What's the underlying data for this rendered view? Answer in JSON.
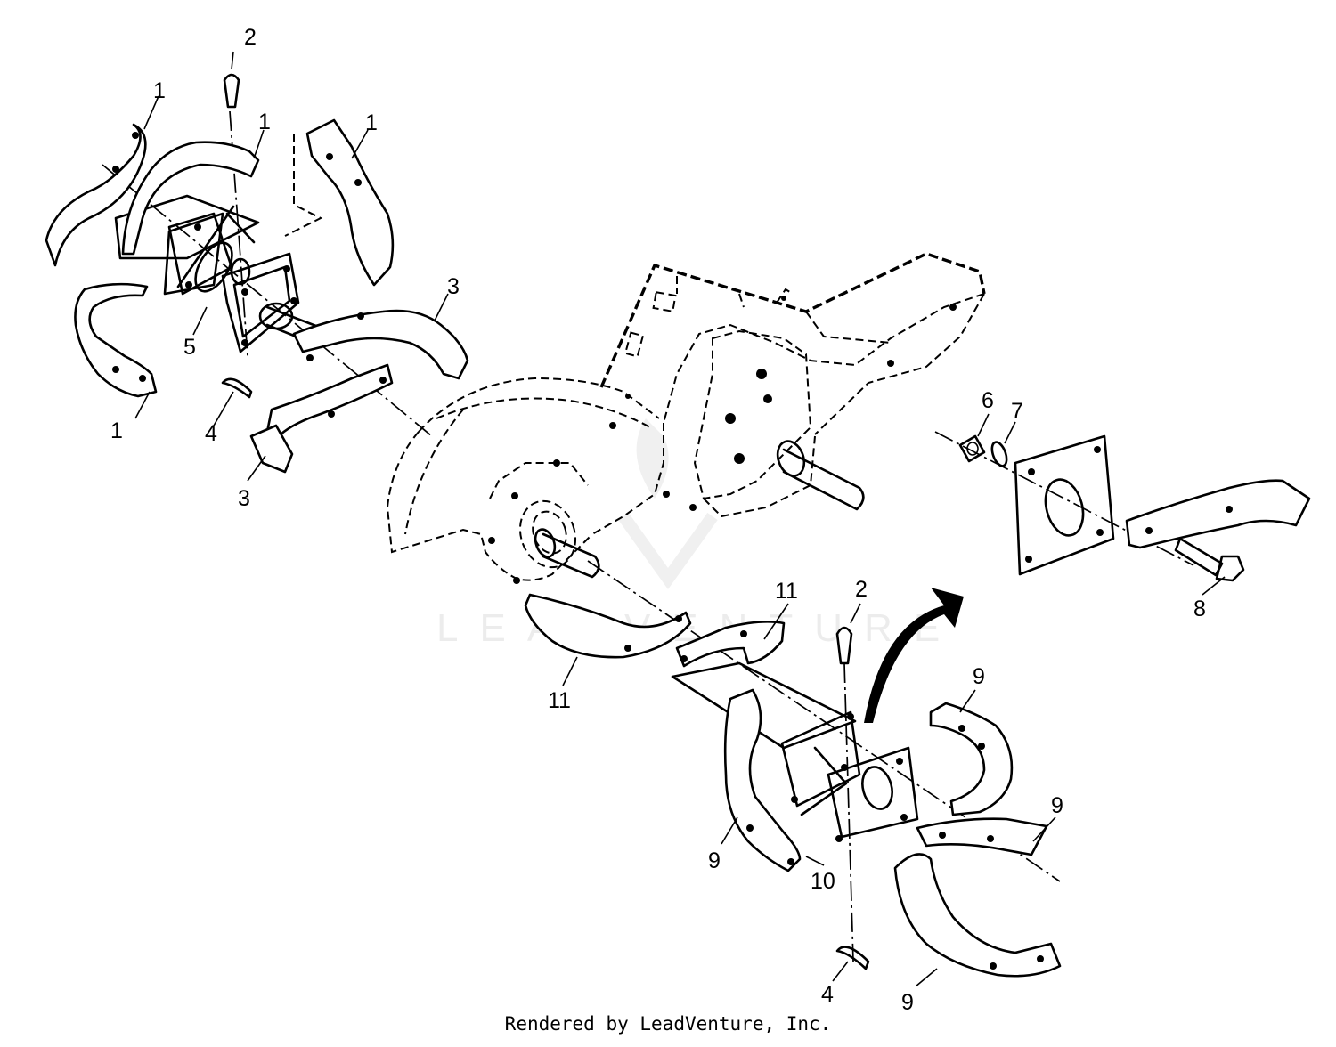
{
  "callouts": {
    "c1a": "1",
    "c1b": "1",
    "c1c": "1",
    "c1d": "1",
    "c2a": "2",
    "c2b": "2",
    "c3a": "3",
    "c3b": "3",
    "c4a": "4",
    "c4b": "4",
    "c5": "5",
    "c6": "6",
    "c7": "7",
    "c8": "8",
    "c9a": "9",
    "c9b": "9",
    "c9c": "9",
    "c9d": "9",
    "c10": "10",
    "c11a": "11",
    "c11b": "11"
  },
  "watermark": "LEADVENTURE",
  "credit": "Rendered by LeadVenture, Inc."
}
